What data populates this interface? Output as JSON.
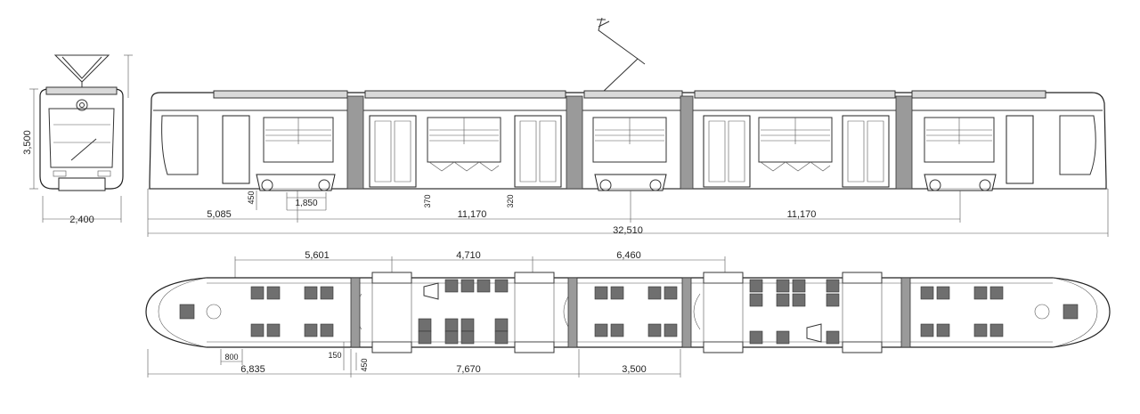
{
  "front_view": {
    "height_label": "3,500",
    "width_label": "2,400"
  },
  "side_view": {
    "dims": {
      "front_overhang": "5,085",
      "bogie_pitch": "1,850",
      "section_a": "11,170",
      "section_b": "11,170",
      "overall_length": "32,510",
      "floor_height": "450",
      "step_370": "370",
      "step_320": "320"
    }
  },
  "plan_view": {
    "dims": {
      "top_left": "5,601",
      "top_mid": "4,710",
      "top_right": "6,460",
      "seat_pitch": "800",
      "aisle_150": "150",
      "aisle_450": "450",
      "bottom_left": "6,835",
      "bottom_mid": "7,670",
      "bottom_right": "3,500"
    }
  }
}
